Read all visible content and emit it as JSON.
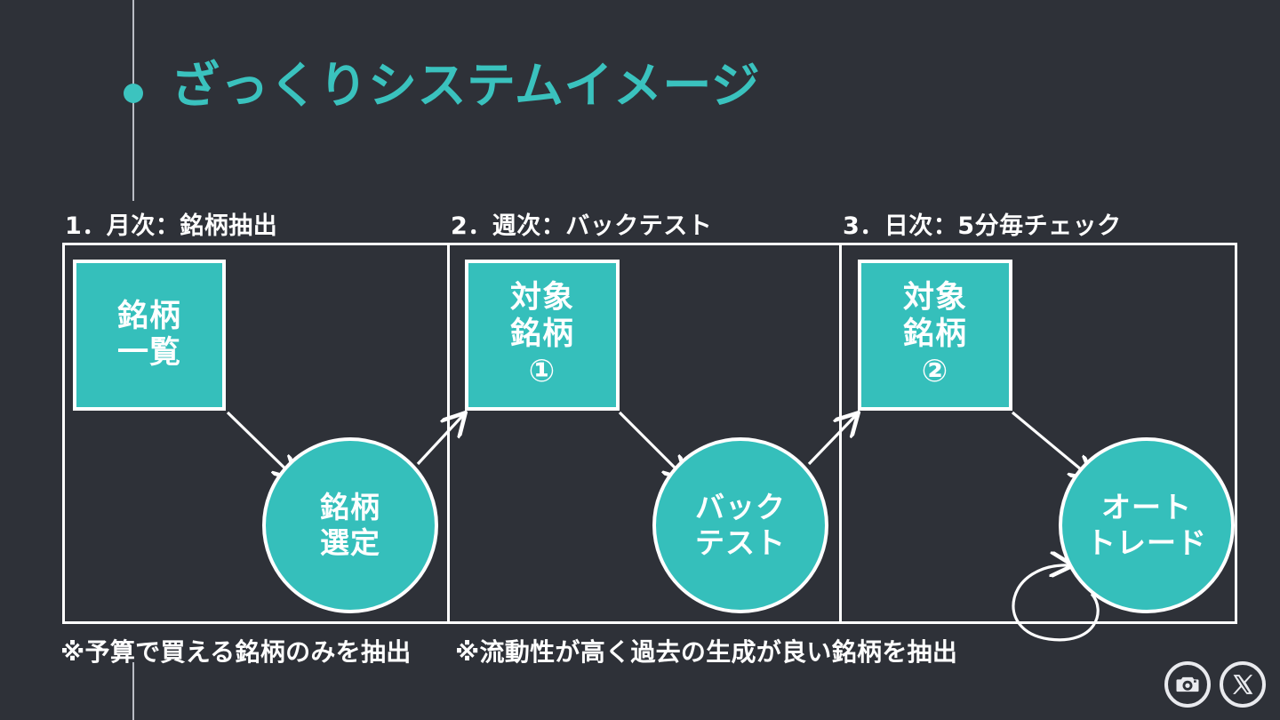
{
  "theme": {
    "background": "#2e3138",
    "accent_teal": "#35bfbb",
    "title_teal": "#3ac2be",
    "line_white": "#ffffff",
    "rail_gray": "#b9bcc4"
  },
  "header": {
    "title": "ざっくりシステムイメージ",
    "bullet_icon": "dot-icon"
  },
  "diagram": {
    "columns": [
      {
        "header": "1．月次：銘柄抽出",
        "box": {
          "lines": [
            "銘柄",
            "一覧"
          ]
        },
        "circle": {
          "lines": [
            "銘柄",
            "選定"
          ]
        },
        "footnote": "※予算で買える銘柄のみを抽出"
      },
      {
        "header": "2．週次：バックテスト",
        "box": {
          "lines": [
            "対象",
            "銘柄",
            "①"
          ]
        },
        "circle": {
          "lines": [
            "バック",
            "テスト"
          ]
        },
        "footnote": "※流動性が高く過去の生成が良い銘柄を抽出"
      },
      {
        "header": "3．日次：5分毎チェック",
        "box": {
          "lines": [
            "対象",
            "銘柄",
            "②"
          ]
        },
        "circle": {
          "lines": [
            "オート",
            "トレード"
          ]
        },
        "footnote": ""
      }
    ],
    "edges": [
      {
        "from": "銘柄一覧",
        "to": "銘柄選定",
        "type": "arrow"
      },
      {
        "from": "銘柄選定",
        "to": "対象銘柄①",
        "type": "arrow"
      },
      {
        "from": "対象銘柄①",
        "to": "バックテスト",
        "type": "arrow"
      },
      {
        "from": "バックテスト",
        "to": "対象銘柄②",
        "type": "arrow"
      },
      {
        "from": "対象銘柄②",
        "to": "オートトレード",
        "type": "arrow"
      },
      {
        "from": "オートトレード",
        "to": "オートトレード",
        "type": "self-loop"
      }
    ]
  },
  "social": [
    {
      "icon": "camera-icon",
      "label": "Instagram"
    },
    {
      "icon": "x-logo-icon",
      "label": "X"
    }
  ]
}
